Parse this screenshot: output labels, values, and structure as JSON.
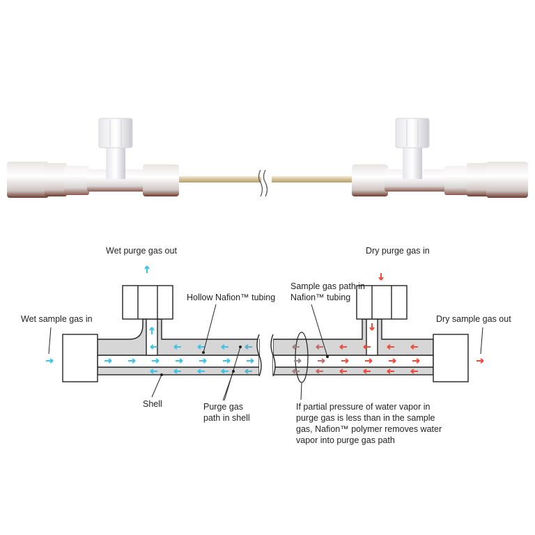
{
  "labels": {
    "wet_purge_out": "Wet purge gas out",
    "dry_purge_in": "Dry purge gas in",
    "wet_sample_in": "Wet sample gas in",
    "dry_sample_out": "Dry sample gas out",
    "hollow_tubing": "Hollow Nafion™ tubing",
    "sample_path_1": "Sample gas path in",
    "sample_path_2": "Nafion™ tubing",
    "shell": "Shell",
    "purge_path_1": "Purge gas",
    "purge_path_2": "path in shell",
    "note_1": "If partial pressure of water vapor in",
    "note_2": "purge gas is less than in the sample",
    "note_3": "gas, Nafion™ polymer removes water",
    "note_4": "vapor into purge gas path"
  },
  "colors": {
    "wet_flow": "#3cc3e6",
    "dry_flow": "#ef4a3c",
    "tubing": "#d9c7a0",
    "fitting_copper": "#7a3d2a"
  }
}
